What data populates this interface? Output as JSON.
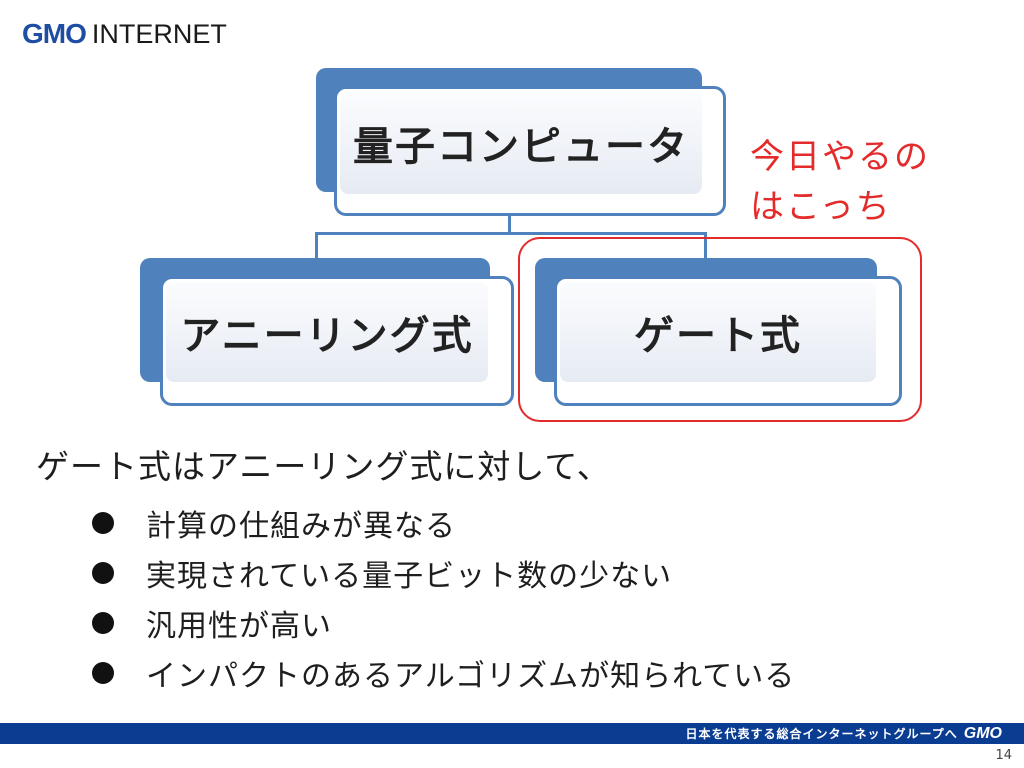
{
  "header": {
    "logo_gmo": "GMO",
    "logo_internet": "INTERNET",
    "colors": {
      "gmo_blue": "#1d4ea3",
      "gmo_o": "#2f6fd1"
    }
  },
  "diagram": {
    "root": "量子コンピュータ",
    "children": [
      "アニーリング式",
      "ゲート式"
    ],
    "box_color": "#4f81bd"
  },
  "note": {
    "line1": "今日やるの",
    "line2": "はこっち",
    "color": "#e32b2b"
  },
  "body": {
    "lead": "ゲート式はアニーリング式に対して、",
    "bullets": [
      "計算の仕組みが異なる",
      "実現されている量子ビット数の少ない",
      "汎用性が高い",
      "インパクトのあるアルゴリズムが知られている"
    ]
  },
  "footer": {
    "tagline": "日本を代表する総合インターネットグループへ",
    "logo": "GMO",
    "page_number": "14",
    "bar_color": "#0a3d91"
  }
}
